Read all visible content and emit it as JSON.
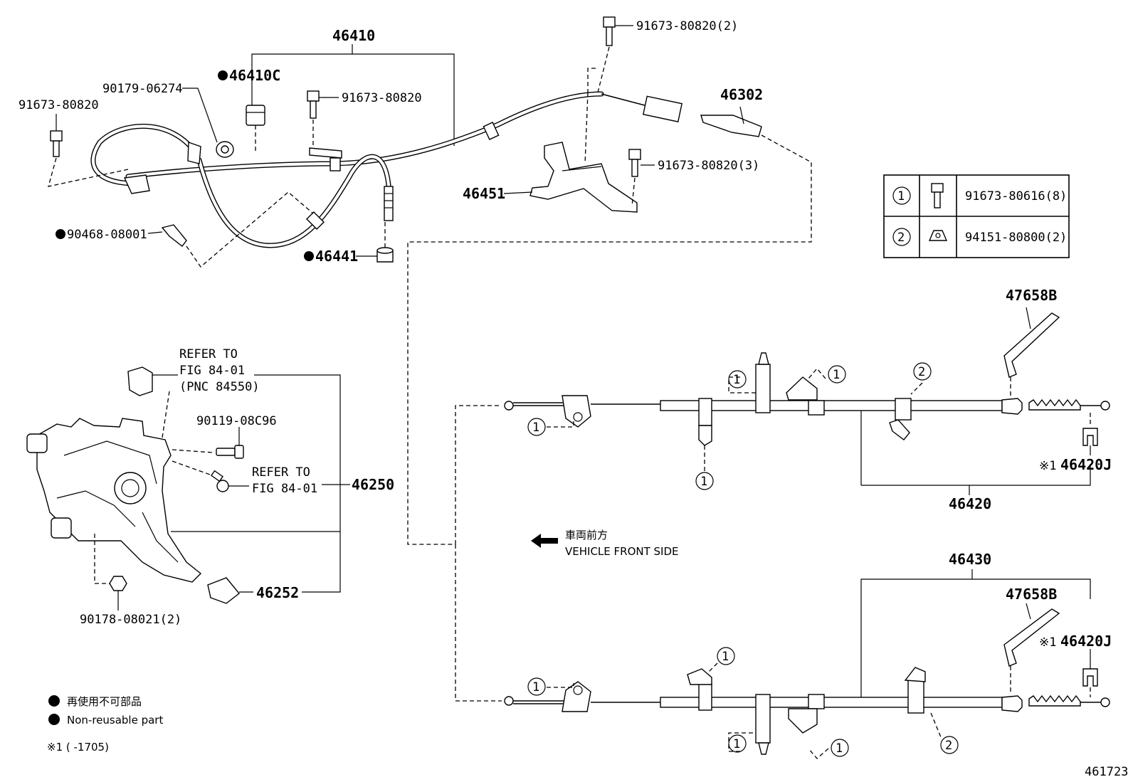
{
  "parts": {
    "p46410": "46410",
    "p46410c": "46410C",
    "p91673_top": "91673-80820(2)",
    "p91673_mid": "91673-80820",
    "p91673_left": "91673-80820",
    "p90179": "90179-06274",
    "p46302": "46302",
    "p91673_3": "91673-80820(3)",
    "p46451": "46451",
    "p90468": "90468-08001",
    "p46441": "46441",
    "refer1": "REFER TO",
    "fig1": "FIG 84-01",
    "pnc": "(PNC 84550)",
    "p90119": "90119-08C96",
    "refer2": "REFER TO",
    "fig2": "FIG 84-01",
    "p46250": "46250",
    "p46252": "46252",
    "p90178": "90178-08021(2)",
    "p47658b_1": "47658B",
    "p46420j_1": "46420J",
    "p46420": "46420",
    "p46430": "46430",
    "p47658b_2": "47658B",
    "p46420j_2": "46420J"
  },
  "markers": {
    "ref1": "※1",
    "c1": "1",
    "c2": "2"
  },
  "table": {
    "rows": [
      {
        "num": "1",
        "part": "91673-80616(8)",
        "icon": "bolt-icon"
      },
      {
        "num": "2",
        "part": "94151-80800(2)",
        "icon": "nut-icon"
      }
    ]
  },
  "direction": {
    "jp": "車両前方",
    "en": "VEHICLE FRONT SIDE"
  },
  "legend": {
    "jp": "再使用不可部品",
    "en": "Non-reusable part",
    "note": "※1 (      -1705)"
  },
  "illustration_id": "461723"
}
